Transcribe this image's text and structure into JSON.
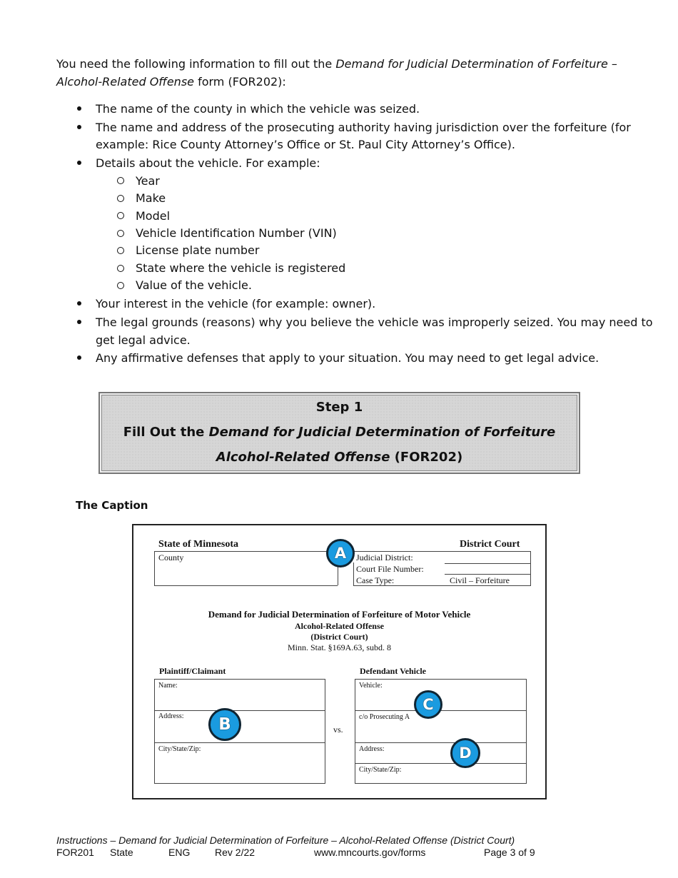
{
  "intro": {
    "prefix": "You need the following information to fill out the ",
    "form_title_italic_1": "Demand for Judicial Determination of Forfeiture –",
    "form_title_italic_2": "Alcohol-Related Offense",
    "suffix": " form (FOR202):"
  },
  "bullets": [
    "The name of the county in which the vehicle was seized.",
    "The name and address of the prosecuting authority having jurisdiction over the forfeiture (for",
    "example: Rice County Attorney’s Office or St. Paul City Attorney’s Office).",
    "Details about the vehicle.  For example:",
    "Your interest in the vehicle (for example: owner).",
    "The legal grounds (reasons) why you believe the vehicle was improperly seized.  You may need to",
    "get legal advice.",
    "Any affirmative defenses that apply to your situation. You may need to get legal advice."
  ],
  "vehicle_details": [
    "Year",
    "Make",
    "Model",
    "Vehicle Identification Number (VIN)",
    "License plate number",
    "State where the vehicle is registered",
    "Value of the vehicle."
  ],
  "step": {
    "number": "Step 1",
    "line2_plain": "Fill Out the ",
    "line2_italic": "Demand for Judicial Determination of Forfeiture",
    "line3_italic": "Alcohol-Related Offense",
    "line3_plain": " (FOR202)"
  },
  "caption_heading": "The Caption",
  "caption_form": {
    "state": "State of Minnesota",
    "court": "District Court",
    "county": "County",
    "judicial_district": "Judicial District:",
    "court_file_number": "Court File Number:",
    "case_type": "Case Type:",
    "case_type_value": "Civil – Forfeiture",
    "title": "Demand for Judicial Determination of Forfeiture of Motor Vehicle",
    "subtitle": "Alcohol-Related Offense",
    "court_paren": "(District Court)",
    "statute": "Minn. Stat. §169A.63, subd. 8",
    "plaintiff_heading": "Plaintiff/Claimant",
    "defendant_heading": "Defendant Vehicle",
    "name": "Name:",
    "address": "Address:",
    "city_state_zip": "City/State/Zip:",
    "vs": "vs.",
    "vehicle": "Vehicle:",
    "prosecuting": "c/o Prosecuting A",
    "def_address": "Address:",
    "def_city_state_zip": "City/State/Zip:",
    "badges": [
      "A",
      "B",
      "C",
      "D"
    ]
  },
  "footer": {
    "line1": "Instructions – Demand for Judicial Determination of Forfeiture – Alcohol-Related Offense (District Court)",
    "form_code": "FOR201",
    "state": "State",
    "lang": "ENG",
    "rev": "Rev 2/22",
    "url": "www.mncourts.gov/forms",
    "page": "Page 3 of 9"
  }
}
